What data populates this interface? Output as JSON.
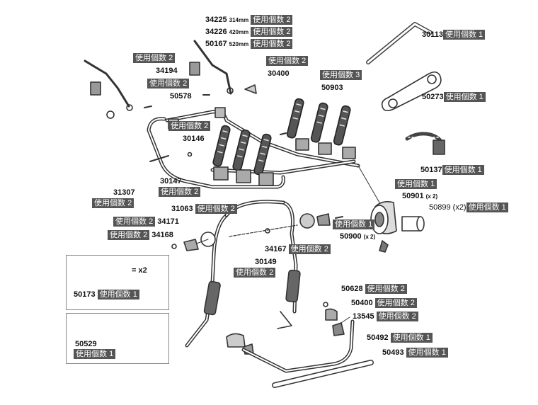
{
  "qty_label": "使用個数",
  "colors": {
    "tag_background": "#555555",
    "tag_text": "#ffffff",
    "line": "#333333"
  },
  "parts": [
    {
      "id": "34225",
      "qty": "2",
      "extra": "314mm"
    },
    {
      "id": "34226",
      "qty": "2",
      "extra": "420mm"
    },
    {
      "id": "50167",
      "qty": "2",
      "extra": "520mm"
    },
    {
      "id": "34194",
      "qty": "2"
    },
    {
      "id": "30400",
      "qty": "2"
    },
    {
      "id": "50578",
      "qty": "2"
    },
    {
      "id": "50903",
      "qty": "3"
    },
    {
      "id": "30146",
      "qty": "2"
    },
    {
      "id": "30147",
      "qty": "2"
    },
    {
      "id": "31307",
      "qty": "2"
    },
    {
      "id": "30113",
      "qty": "1"
    },
    {
      "id": "50273",
      "qty": "1"
    },
    {
      "id": "50137",
      "qty": "1"
    },
    {
      "id": "50901",
      "qty": "1",
      "extra": "(x 2)"
    },
    {
      "id": "50899",
      "qty": "1",
      "extra": "(x2)"
    },
    {
      "id": "50900",
      "qty": "1",
      "extra": "(x 2)"
    },
    {
      "id": "31063",
      "qty": "2"
    },
    {
      "id": "34171",
      "qty": "2"
    },
    {
      "id": "34168",
      "qty": "2"
    },
    {
      "id": "34167",
      "qty": "2"
    },
    {
      "id": "30149",
      "qty": "2"
    },
    {
      "id": "50173",
      "qty": "1",
      "extra": "= x2"
    },
    {
      "id": "50529",
      "qty": "1"
    },
    {
      "id": "50628",
      "qty": "2"
    },
    {
      "id": "50400",
      "qty": "2"
    },
    {
      "id": "13545",
      "qty": "2"
    },
    {
      "id": "50492",
      "qty": "1"
    },
    {
      "id": "50493",
      "qty": "1"
    }
  ]
}
